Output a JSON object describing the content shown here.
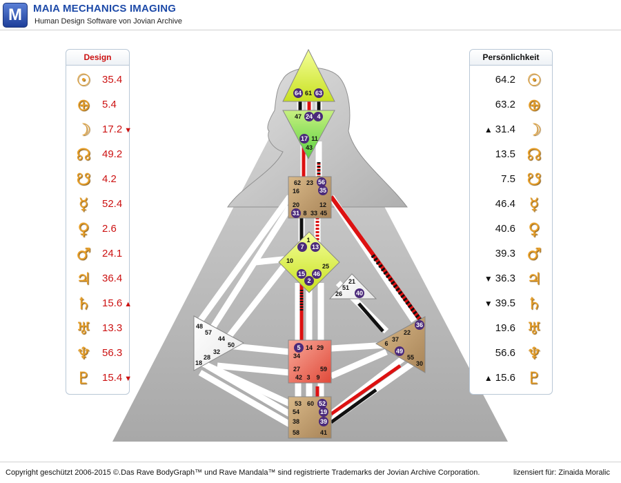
{
  "app": {
    "title": "MAIA MECHANICS IMAGING",
    "subtitle": "Human Design Software von Jovian Archive",
    "logo_letter": "M"
  },
  "design_panel": {
    "heading": "Design",
    "rows": [
      {
        "planet": "sun-icon",
        "glyph": "☉",
        "value": "35.4",
        "arrow": ""
      },
      {
        "planet": "earth-icon",
        "glyph": "⊕",
        "value": "5.4",
        "arrow": ""
      },
      {
        "planet": "moon-icon",
        "glyph": "☽",
        "value": "17.2",
        "arrow": "▼"
      },
      {
        "planet": "north-node-icon",
        "glyph": "☊",
        "value": "49.2",
        "arrow": ""
      },
      {
        "planet": "south-node-icon",
        "glyph": "☋",
        "value": "4.2",
        "arrow": ""
      },
      {
        "planet": "mercury-icon",
        "glyph": "☿",
        "value": "52.4",
        "arrow": ""
      },
      {
        "planet": "venus-icon",
        "glyph": "♀",
        "value": "2.6",
        "arrow": ""
      },
      {
        "planet": "mars-icon",
        "glyph": "♂",
        "value": "24.1",
        "arrow": ""
      },
      {
        "planet": "jupiter-icon",
        "glyph": "♃",
        "value": "36.4",
        "arrow": ""
      },
      {
        "planet": "saturn-icon",
        "glyph": "♄",
        "value": "15.6",
        "arrow": "▲"
      },
      {
        "planet": "uranus-icon",
        "glyph": "♅",
        "value": "13.3",
        "arrow": ""
      },
      {
        "planet": "neptune-icon",
        "glyph": "♆",
        "value": "56.3",
        "arrow": ""
      },
      {
        "planet": "pluto-icon",
        "glyph": "♇",
        "value": "15.4",
        "arrow": "▼"
      }
    ]
  },
  "personality_panel": {
    "heading": "Persönlichkeit",
    "rows": [
      {
        "planet": "sun-icon",
        "glyph": "☉",
        "value": "64.2",
        "arrow": ""
      },
      {
        "planet": "earth-icon",
        "glyph": "⊕",
        "value": "63.2",
        "arrow": ""
      },
      {
        "planet": "moon-icon",
        "glyph": "☽",
        "value": "31.4",
        "arrow": "▲"
      },
      {
        "planet": "north-node-icon",
        "glyph": "☊",
        "value": "13.5",
        "arrow": ""
      },
      {
        "planet": "south-node-icon",
        "glyph": "☋",
        "value": "7.5",
        "arrow": ""
      },
      {
        "planet": "mercury-icon",
        "glyph": "☿",
        "value": "46.4",
        "arrow": ""
      },
      {
        "planet": "venus-icon",
        "glyph": "♀",
        "value": "40.6",
        "arrow": ""
      },
      {
        "planet": "mars-icon",
        "glyph": "♂",
        "value": "39.3",
        "arrow": ""
      },
      {
        "planet": "jupiter-icon",
        "glyph": "♃",
        "value": "36.3",
        "arrow": "▼"
      },
      {
        "planet": "saturn-icon",
        "glyph": "♄",
        "value": "39.5",
        "arrow": "▼"
      },
      {
        "planet": "uranus-icon",
        "glyph": "♅",
        "value": "19.6",
        "arrow": ""
      },
      {
        "planet": "neptune-icon",
        "glyph": "♆",
        "value": "56.6",
        "arrow": ""
      },
      {
        "planet": "pluto-icon",
        "glyph": "♇",
        "value": "15.6",
        "arrow": "▲"
      }
    ]
  },
  "bodygraph": {
    "head_gates": [
      "64",
      "61",
      "63"
    ],
    "ajna_gates": [
      "47",
      "24",
      "4",
      "17",
      "11",
      "43"
    ],
    "throat_gates": [
      "62",
      "23",
      "56",
      "16",
      "35",
      "20",
      "12",
      "31",
      "8",
      "33",
      "45"
    ],
    "g_gates": [
      "1",
      "7",
      "13",
      "10",
      "25",
      "15",
      "46",
      "2"
    ],
    "ego_gates": [
      "21",
      "51",
      "26",
      "40"
    ],
    "spleen_gates": [
      "48",
      "57",
      "44",
      "50",
      "32",
      "28",
      "18"
    ],
    "sacral_gates": [
      "5",
      "14",
      "29",
      "34",
      "27",
      "59",
      "42",
      "3",
      "9"
    ],
    "solar_gates": [
      "36",
      "22",
      "37",
      "6",
      "49",
      "55",
      "30"
    ],
    "root_gates": [
      "53",
      "60",
      "52",
      "54",
      "19",
      "38",
      "39",
      "58",
      "41"
    ]
  },
  "colors": {
    "design_red": "#cc1111",
    "glyph_gold": "#e8a02a",
    "brand_blue": "#1d4aa8"
  },
  "footer": {
    "copyright": "Copyright geschützt 2006-2015 ©.Das Rave BodyGraph™ und Rave Mandala™ sind registrierte Trademarks der Jovian Archive Corporation.",
    "license": "lizensiert für: Zinaida Moralic"
  }
}
